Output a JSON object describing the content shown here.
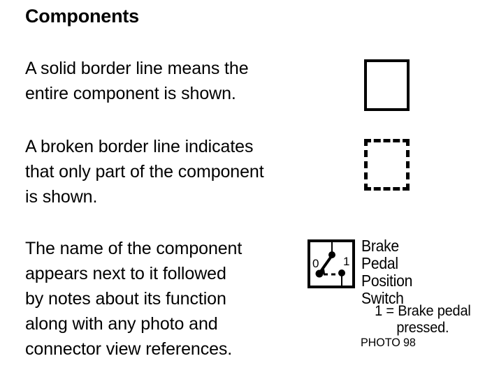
{
  "slide": {
    "title": "Components",
    "background_color": "#ffffff",
    "ink_color": "#000000"
  },
  "body": {
    "paragraph_solid": "A solid border line means the\nentire component is shown.",
    "paragraph_broken": "A broken border line indicates\nthat only part of the component\nis shown.",
    "paragraph_name": "The name of the component\nappears next to it followed\nby notes about its function\nalong with any photo and\nconnector view references."
  },
  "samples": {
    "solid_box_label": "solid-border-sample",
    "broken_box_label": "broken-border-sample"
  },
  "component_example": {
    "symbol_label": "brake-pedal-position-switch-symbol",
    "terminal_left": "0",
    "terminal_right": "1",
    "name": "Brake\nPedal\nPosition\nSwitch",
    "note": "1 = Brake pedal pressed.",
    "photo_reference": "PHOTO 98"
  }
}
